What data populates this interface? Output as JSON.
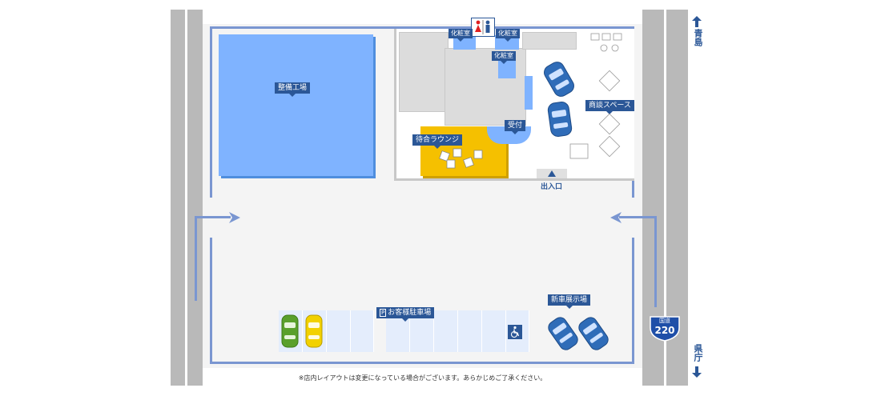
{
  "labels": {
    "workshop": "整備工場",
    "lounge": "待合ラウンジ",
    "reception": "受付",
    "meeting": "商談スペース",
    "entrance": "出入口",
    "restroom1": "化粧室",
    "restroom2": "化粧室",
    "restroom3": "化粧室",
    "parking": "お客様駐車場",
    "parking_icon": "P",
    "showroom": "新車展示場",
    "note": "※店内レイアウトは変更になっている場合がございます。あらかじめご了承ください。"
  },
  "directions": {
    "north": "青島",
    "south": "県庁"
  },
  "route": {
    "prefix": "国道",
    "number": "220"
  },
  "colors": {
    "workshop": "#7fb3ff",
    "lounge": "#f5c000",
    "label_bg": "#2b5797",
    "road": "#b9b9b9",
    "border": "#7a96d1",
    "parking_space": "#e4edfc",
    "green_car": "#5aa02c",
    "yellow_car": "#f2d100",
    "blue_car": "#2f6cb8"
  },
  "icons": [
    "restroom-icon",
    "wheelchair-icon",
    "parking-icon",
    "route-shield-icon",
    "arrow-up-icon",
    "arrow-down-icon",
    "arrow-right-icon",
    "arrow-left-icon",
    "car-icon"
  ]
}
